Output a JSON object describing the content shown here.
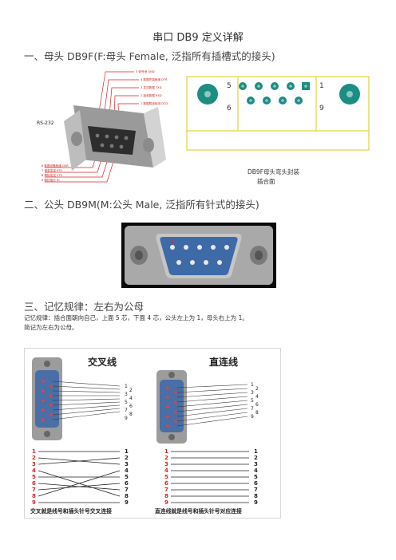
{
  "doc": {
    "title": "串口 DB9 定义详解",
    "section1": "一、母头 DB9F(F:母头 Female, 泛指所有插槽式的接头)",
    "section2": "二、公头 DB9M(M:公头 Male, 泛指所有针式的接头)",
    "section3": "三、记忆规律：左右为公母",
    "memo_line1": "记忆规律：插合面朝向自己，上面 5 芯，下面 4 芯，公头左上为 1，母头右上为 1。",
    "memo_line2": "简记为左右为公母。"
  },
  "fig1": {
    "rs_label": "RS-232",
    "top_labels": [
      "5 信号地 GND",
      "4 数据终端就绪 DTR",
      "3 发送数据 TXD",
      "2 接收数据 RXD",
      "1 数据载波检测 DCD"
    ],
    "bottom_labels": [
      "6 数据设备就绪 DSR",
      "7 请求发送 RTS",
      "8 清除发送 CTS",
      "9 振铃指示 RI"
    ]
  },
  "fig2": {
    "num_5": "5",
    "num_1": "1",
    "num_6": "6",
    "num_9": "9",
    "caption_line1": "DB9F母头弯头封装",
    "caption_line2": "插合面"
  },
  "fig4": {
    "cross_title": "交叉线",
    "straight_title": "直连线",
    "pins": [
      "1",
      "2",
      "3",
      "4",
      "5",
      "6",
      "7",
      "8",
      "9"
    ],
    "cross_caption": "交叉就是线号和插头针号交叉连接",
    "straight_caption": "直连线就是线号和插头针号对应连接"
  }
}
